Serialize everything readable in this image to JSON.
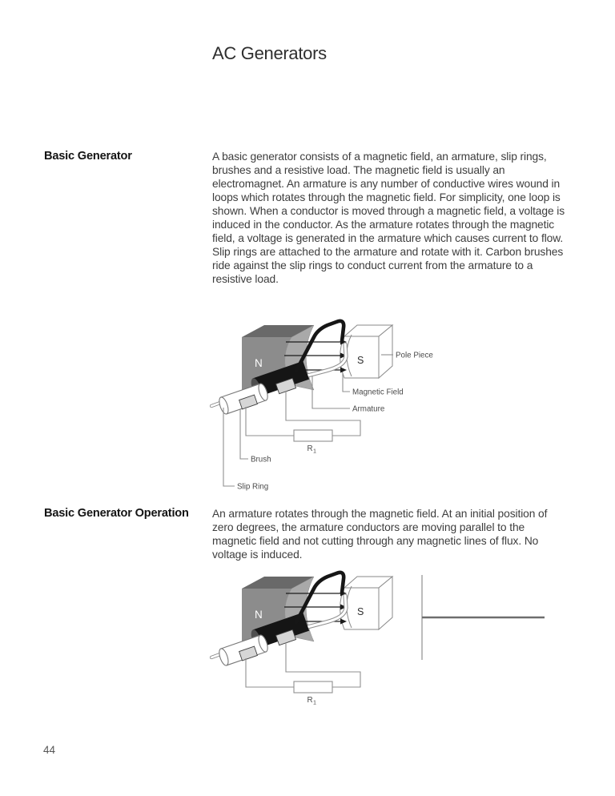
{
  "page": {
    "title": "AC Generators",
    "page_number": "44"
  },
  "sections": [
    {
      "heading": "Basic Generator",
      "body": "A basic generator consists of a magnetic field, an armature, slip rings, brushes and a resistive load. The magnetic field is usually an electromagnet. An armature is any number of conductive wires wound in loops which rotates through the magnetic field. For simplicity, one loop is shown. When a conductor is moved through a magnetic field, a voltage is induced in the conductor. As the armature rotates through the magnetic field, a voltage is generated in the armature which causes current to flow. Slip rings are attached to the armature and rotate with it. Carbon brushes ride against the slip rings to conduct current from the armature to a resistive load."
    },
    {
      "heading": "Basic Generator Operation",
      "body": "An armature rotates through the magnetic field. At an initial position of zero degrees, the armature conductors are moving parallel to the magnetic field and not cutting through any magnetic lines of flux. No voltage is induced."
    }
  ],
  "diagram": {
    "north_pole_label": "N",
    "south_pole_label": "S",
    "labels": {
      "pole_piece": "Pole Piece",
      "magnetic_field": "Magnetic Field",
      "armature": "Armature",
      "brush": "Brush",
      "slip_ring": "Slip Ring",
      "resistor": "R",
      "resistor_sub": "1"
    },
    "colors": {
      "magnet_front": "#8c8c8c",
      "magnet_top": "#696969",
      "magnet_concave": "#a9a9a9",
      "pole_stroke": "#8a8a8a",
      "slip_ring_dark": "#151515",
      "slip_ring_cap": "#4f4f4f",
      "brush": "#d6d6d6",
      "brush_stroke": "#3f3f3f",
      "wire": "#8f8f8f",
      "conductor": "#161616",
      "arrow": "#1c1c1c",
      "label_text": "#4a4a4a",
      "graph_axis": "#ababab",
      "graph_zero_line": "#6e6e6e"
    }
  }
}
